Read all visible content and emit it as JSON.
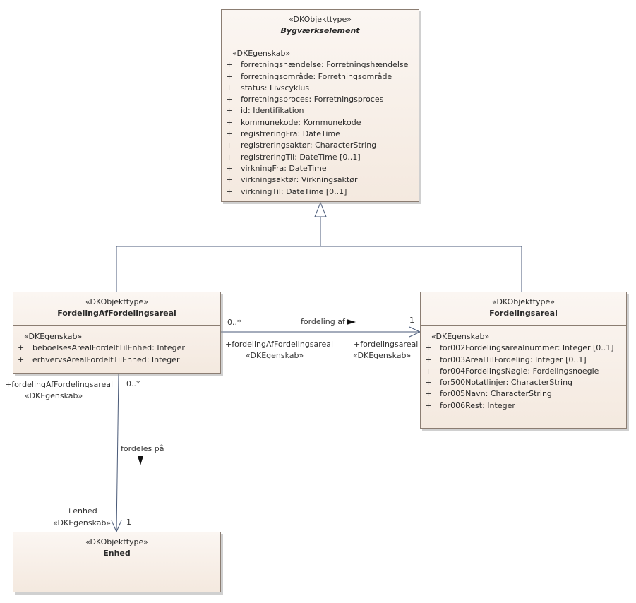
{
  "classes": {
    "bygvaerkselement": {
      "stereotype": "«DKObjekttype»",
      "name": "Bygværkselement",
      "attr_group": "«DKEgenskab»",
      "attributes": [
        {
          "vis": "+",
          "text": "forretningshændelse: Forretningshændelse"
        },
        {
          "vis": "+",
          "text": "forretningsområde: Forretningsområde"
        },
        {
          "vis": "+",
          "text": "status: Livscyklus"
        },
        {
          "vis": "+",
          "text": "forretningsproces: Forretningsproces"
        },
        {
          "vis": "+",
          "text": "id: Identifikation"
        },
        {
          "vis": "+",
          "text": "kommunekode: Kommunekode"
        },
        {
          "vis": "+",
          "text": "registreringFra: DateTime"
        },
        {
          "vis": "+",
          "text": "registreringsaktør: CharacterString"
        },
        {
          "vis": "+",
          "text": "registreringTil: DateTime [0..1]"
        },
        {
          "vis": "+",
          "text": "virkningFra: DateTime"
        },
        {
          "vis": "+",
          "text": "virkningsaktør: Virkningsaktør"
        },
        {
          "vis": "+",
          "text": "virkningTil: DateTime [0..1]"
        }
      ]
    },
    "fordelingaf": {
      "stereotype": "«DKObjekttype»",
      "name": "FordelingAfFordelingsareal",
      "attr_group": "«DKEgenskab»",
      "attributes": [
        {
          "vis": "+",
          "text": "beboelsesArealFordeltTilEnhed: Integer"
        },
        {
          "vis": "+",
          "text": "erhvervsArealFordeltTilEnhed: Integer"
        }
      ]
    },
    "fordelingsareal": {
      "stereotype": "«DKObjekttype»",
      "name": "Fordelingsareal",
      "attr_group": "«DKEgenskab»",
      "attributes": [
        {
          "vis": "+",
          "text": "for002Fordelingsarealnummer: Integer [0..1]"
        },
        {
          "vis": "+",
          "text": "for003ArealTilFordeling: Integer [0..1]"
        },
        {
          "vis": "+",
          "text": "for004FordelingsNøgle: Fordelingsnoegle"
        },
        {
          "vis": "+",
          "text": "for500Notatlinjer: CharacterString"
        },
        {
          "vis": "+",
          "text": "for005Navn: CharacterString"
        },
        {
          "vis": "+",
          "text": "for006Rest: Integer"
        }
      ]
    },
    "enhed": {
      "stereotype": "«DKObjekttype»",
      "name": "Enhed"
    }
  },
  "associations": {
    "fordeling_af": {
      "name": "fordeling af",
      "source_mult": "0..*",
      "target_mult": "1",
      "source_role": "+fordelingAfFordelingsareal",
      "source_role_stereo": "«DKEgenskab»",
      "target_role": "+fordelingsareal",
      "target_role_stereo": "«DKEgenskab»"
    },
    "fordeles_paa": {
      "name": "fordeles på",
      "source_mult": "0..*",
      "target_mult": "1",
      "source_role": "+fordelingAfFordelingsareal",
      "source_role_stereo": "«DKEgenskab»",
      "target_role": "+enhed",
      "target_role_stereo": "«DKEgenskab»"
    }
  }
}
